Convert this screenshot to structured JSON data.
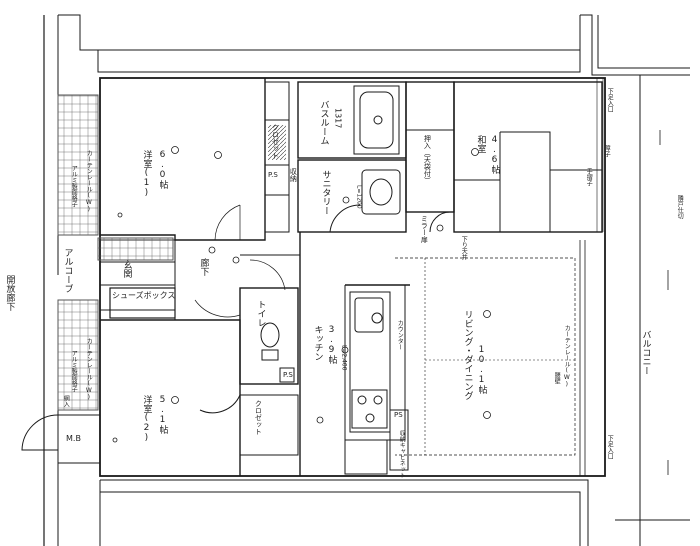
{
  "rooms": {
    "western1": {
      "name": "洋室(1)",
      "size": "6.0帖"
    },
    "western2": {
      "name": "洋室(2)",
      "size": "5.1帖"
    },
    "japanese": {
      "name": "和室",
      "size": "4.6帖"
    },
    "ldk": {
      "name": "リビング・ダイニング",
      "size": "10.1帖"
    },
    "kitchen": {
      "name": "キッチン",
      "size": "3.9帖",
      "counter": "L=2,400"
    },
    "bathroom": {
      "name": "バスルーム",
      "size": "1317"
    },
    "sanitary": {
      "name": "サニタリー",
      "size": "L=1200"
    },
    "toilet": {
      "name": "トイレ"
    },
    "hall": {
      "name": "廊下"
    },
    "entrance": {
      "name": "玄関"
    }
  },
  "labels": {
    "balcony": "バルコニー",
    "corridor": "開放廊下",
    "alcove": "アルコーブ",
    "shoebox": "シューズボックス",
    "closet_top": "クロゼット",
    "closet_bottom": "クロゼット",
    "ps_top": "P.S",
    "ps_kitchen": "P.S",
    "ps_right": "PS",
    "storage": "収納",
    "oshiire": "押入（天袋付）",
    "mirror_door": "ミラー扉",
    "counter": "カウンター",
    "wardrobe": "物入",
    "kitchen_storage": "収納キャビネット",
    "mb": "M.B",
    "curtain_w1": "カーテンレール(W)",
    "curtain_w2": "カーテンレール(W)",
    "curtain_ldk": "カーテンレール(W)",
    "fixed_light1": "アルミ製面格子",
    "fixed_light2": "アルミ製面格子",
    "steps": "下り天井",
    "handrail": "手摺子",
    "amado_top": "下足入口",
    "amado_bottom": "下足入口",
    "balcony_side": "隣戸仕切",
    "arch_window": "網入",
    "shoji": "障子",
    "glass_note": "腰壁"
  },
  "colors": {
    "line": "#1a1a1a",
    "hatch": "#333333",
    "paper": "#ffffff"
  }
}
